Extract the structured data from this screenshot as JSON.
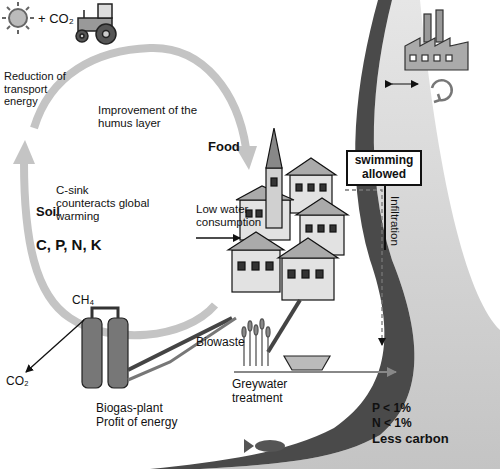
{
  "diagram": {
    "nodes": [
      {
        "text": [
          "swimming allowed"
        ]
      }
    ],
    "labels": [
      "+ CO₂",
      "Reduction of transport energy",
      "Improvement of the humus layer",
      "Food",
      "Soil",
      "C-sink counteracts global warming",
      "C, P, N, K",
      "Low water consumption",
      "Infiltration",
      "Biowaste",
      "CH₄",
      "CO₂",
      "Biogas-plant Profit of energy",
      "Greywater treatment",
      "P < 1%",
      "N < 1%",
      "Less carbon"
    ]
  }
}
